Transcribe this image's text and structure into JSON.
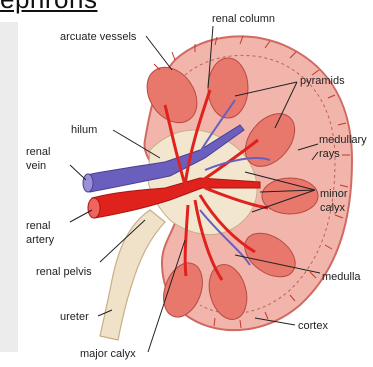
{
  "title": "ephrons",
  "labels": {
    "renal_column": "renal column",
    "arcuate_vessels": "arcuate vessels",
    "pyramids": "pyramids",
    "hilum": "hilum",
    "medullary": "medullary",
    "rays": "rays",
    "renal_vein_1": "renal",
    "renal_vein_2": "vein",
    "minor": "minor",
    "calyx": "calyx",
    "renal_artery_1": "renal",
    "renal_artery_2": "artery",
    "renal_pelvis": "renal pelvis",
    "medulla": "medulla",
    "ureter": "ureter",
    "cortex": "cortex",
    "major_calyx": "major calyx"
  },
  "colors": {
    "cortex": "#f2b5ac",
    "cortex_edge": "#d06a62",
    "pyramid": "#e8776c",
    "pyramid_edge": "#b84a44",
    "pelvis": "#f3e6cf",
    "artery": "#e0221d",
    "vein": "#6b5fbd",
    "ureter": "#efe2c9"
  }
}
